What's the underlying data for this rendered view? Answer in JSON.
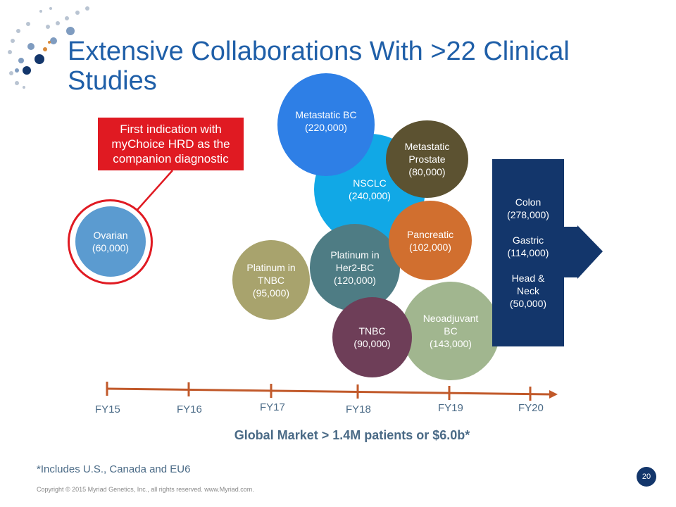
{
  "slide": {
    "title": "Extensive Collaborations With >22 Clinical Studies",
    "page_number": "20"
  },
  "callout": {
    "text": "First indication with\nmyChoice HRD as the\ncompanion diagnostic"
  },
  "bubbles": {
    "ovarian": "Ovarian\n(60,000)",
    "platinum_tnbc": "Platinum in\nTNBC\n(95,000)",
    "metastatic_bc": "Metastatic BC\n(220,000)",
    "nsclc": "NSCLC\n(240,000)",
    "metastatic_prostate": "Metastatic\nProstate\n(80,000)",
    "pancreatic": "Pancreatic\n(102,000)",
    "platinum_her2": "Platinum in\nHer2-BC\n(120,000)",
    "neoadjuvant_bc": "Neoadjuvant\nBC\n(143,000)",
    "tnbc": "TNBC\n(90,000)"
  },
  "future_box": {
    "text": "Colon\n(278,000)\n\nGastric\n(114,000)\n\nHead &\nNeck\n(50,000)"
  },
  "timeline": {
    "labels": [
      "FY15",
      "FY16",
      "FY17",
      "FY18",
      "FY19",
      "FY20"
    ]
  },
  "market": {
    "text": "Global Market > 1.4M patients or $6.0b*"
  },
  "footnote": {
    "text": "*Includes U.S., Canada and EU6"
  },
  "copyright": {
    "text": "Copyright © 2015 Myriad Genetics, Inc., all rights reserved.  www.Myriad.com."
  },
  "colors": {
    "title_blue": "#1f5fa8",
    "callout_red": "#e01a22",
    "dark_navy": "#13366b",
    "timeline_orange": "#c1592a"
  }
}
